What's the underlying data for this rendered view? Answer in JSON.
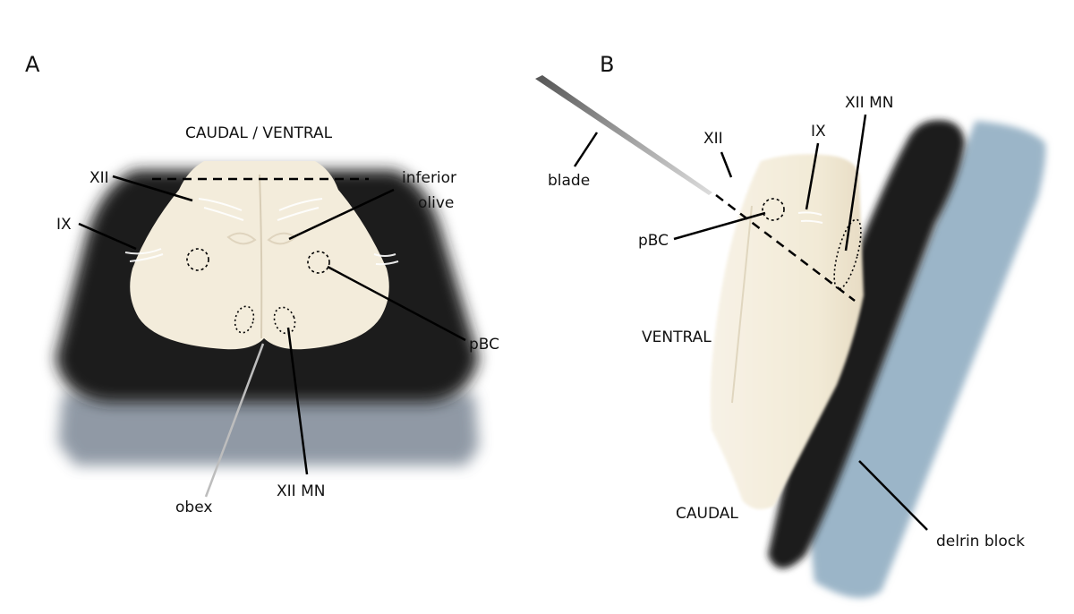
{
  "panels": {
    "a": {
      "letter": "A",
      "orientation": "CAUDAL / VENTRAL",
      "labels": {
        "xii": "XII",
        "ix": "IX",
        "inferior_olive_line1": "inferior",
        "inferior_olive_line2": "olive",
        "pbc": "pBC",
        "obex": "obex",
        "xii_mn": "XII MN"
      }
    },
    "b": {
      "letter": "B",
      "labels": {
        "blade": "blade",
        "xii": "XII",
        "ix": "IX",
        "xii_mn": "XII MN",
        "pbc": "pBC",
        "ventral": "VENTRAL",
        "caudal": "CAUDAL",
        "delrin_block": "delrin block"
      }
    }
  },
  "colors": {
    "tissue": "#f3ecdb",
    "agar": "#1c1c1e",
    "delrin": "#9bb5c8",
    "platform": "#7d8896"
  }
}
